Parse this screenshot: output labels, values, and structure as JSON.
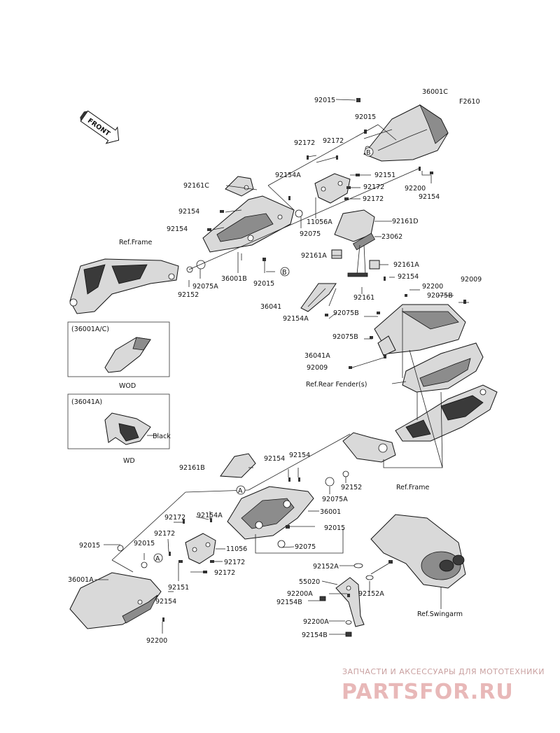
{
  "diagram": {
    "code": "F2610",
    "front_label": "FRONT",
    "refs": {
      "frame_top": "Ref.Frame",
      "rear_fender": "Ref.Rear Fender(s)",
      "frame_mid": "Ref.Frame",
      "swingarm": "Ref.Swingarm"
    },
    "insets": {
      "a": {
        "header": "(36001A/C)",
        "footer": "WOD"
      },
      "b": {
        "header": "(36041A)",
        "callout": "Black",
        "footer": "WD"
      }
    },
    "circle_a": "A",
    "circle_b": "B",
    "parts": {
      "p92015_top": "92015",
      "p36001C": "36001C",
      "p92015_b": "92015",
      "p92172_a": "92172",
      "p92172_b": "92172",
      "p92154A_top": "92154A",
      "p92151_top": "92151",
      "p92172_c": "92172",
      "p92172_d": "92172",
      "p92200_top": "92200",
      "p92154_top": "92154",
      "p92161C": "92161C",
      "p92154_l1": "92154",
      "p92154_l2": "92154",
      "p11056A": "11056A",
      "p92075_top": "92075",
      "p36001B": "36001B",
      "p92015_c": "92015",
      "p92075A_top": "92075A",
      "p92152_top": "92152",
      "p92161D": "92161D",
      "p23062": "23062",
      "p92161A_l": "92161A",
      "p92161A_r": "92161A",
      "p92154_r": "92154",
      "p92200_r": "92200",
      "p92009_r": "92009",
      "p92075B_r": "92075B",
      "p36041": "36041",
      "p92161": "92161",
      "p92154A_mid": "92154A",
      "p92075B_m": "92075B",
      "p92075B_l": "92075B",
      "p36041A": "36041A",
      "p92009_l": "92009",
      "p92161B": "92161B",
      "p92154_b1": "92154",
      "p92154_b2": "92154",
      "p92152_mid": "92152",
      "p92075A_mid": "92075A",
      "p36001": "36001",
      "p92172_e": "92172",
      "p92154A_bot": "92154A",
      "p92015_d": "92015",
      "p92172_f": "92172",
      "p11056": "11056",
      "p92075_bot": "92075",
      "p92015_e": "92015",
      "p92015_f": "92015",
      "p92172_g": "92172",
      "p92172_h": "92172",
      "p36001A": "36001A",
      "p92151_bot": "92151",
      "p92154_bot": "92154",
      "p92200_bot": "92200",
      "p92152A_1": "92152A",
      "p55020": "55020",
      "p92152A_2": "92152A",
      "p92200A_1": "92200A",
      "p92154B_1": "92154B",
      "p92200A_2": "92200A",
      "p92154B_2": "92154B"
    }
  },
  "watermark": {
    "tagline": "ЗАПЧАСТИ И АКСЕССУАРЫ ДЛЯ МОТОТЕХНИКИ",
    "brand": "PARTSFOR.RU"
  }
}
